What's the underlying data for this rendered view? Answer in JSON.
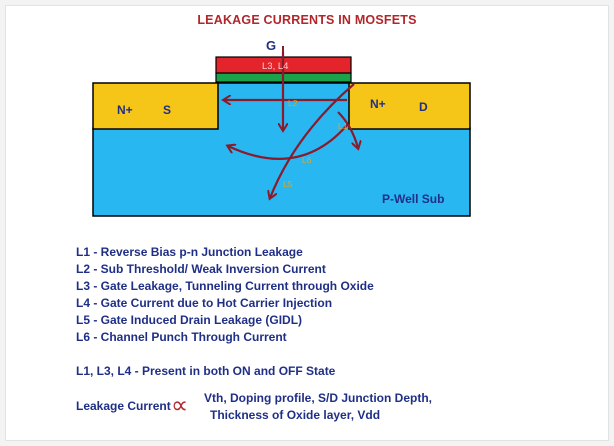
{
  "title": "LEAKAGE CURRENTS IN MOSFETS",
  "diagram": {
    "gate": "G",
    "gate_layer_label": "L3, L4",
    "source_label_n": "N+",
    "source_label_s": "S",
    "drain_label_n": "N+",
    "drain_label_d": "D",
    "substrate_label": "P-Well Sub",
    "arrow_labels": {
      "l1": "L1",
      "l2": "L2",
      "l5": "L5",
      "l6": "L6"
    }
  },
  "legend": [
    "L1 - Reverse Bias p-n Junction Leakage",
    "L2 - Sub Threshold/ Weak Inversion Current",
    "L3 - Gate Leakage, Tunneling Current through Oxide",
    "L4 - Gate Current due to Hot Carrier Injection",
    "L5 -  Gate Induced Drain Leakage (GIDL)",
    "L6 - Channel Punch Through Current"
  ],
  "note": "L1, L3, L4 - Present in both ON and OFF State",
  "proportional": {
    "label": "Leakage Current",
    "symbol": "∝",
    "line1": "Vth, Doping profile, S/D Junction Depth,",
    "line2": "Thickness of Oxide layer, Vdd"
  },
  "colors": {
    "title": "#b2262a",
    "text": "#1f2f86",
    "substrate": "#29b7f2",
    "diffusion": "#f5c518",
    "gate": "#e3242b",
    "oxide": "#1aa34a",
    "arrow": "#8b1a2b",
    "arrow_label": "#e8a21c"
  }
}
